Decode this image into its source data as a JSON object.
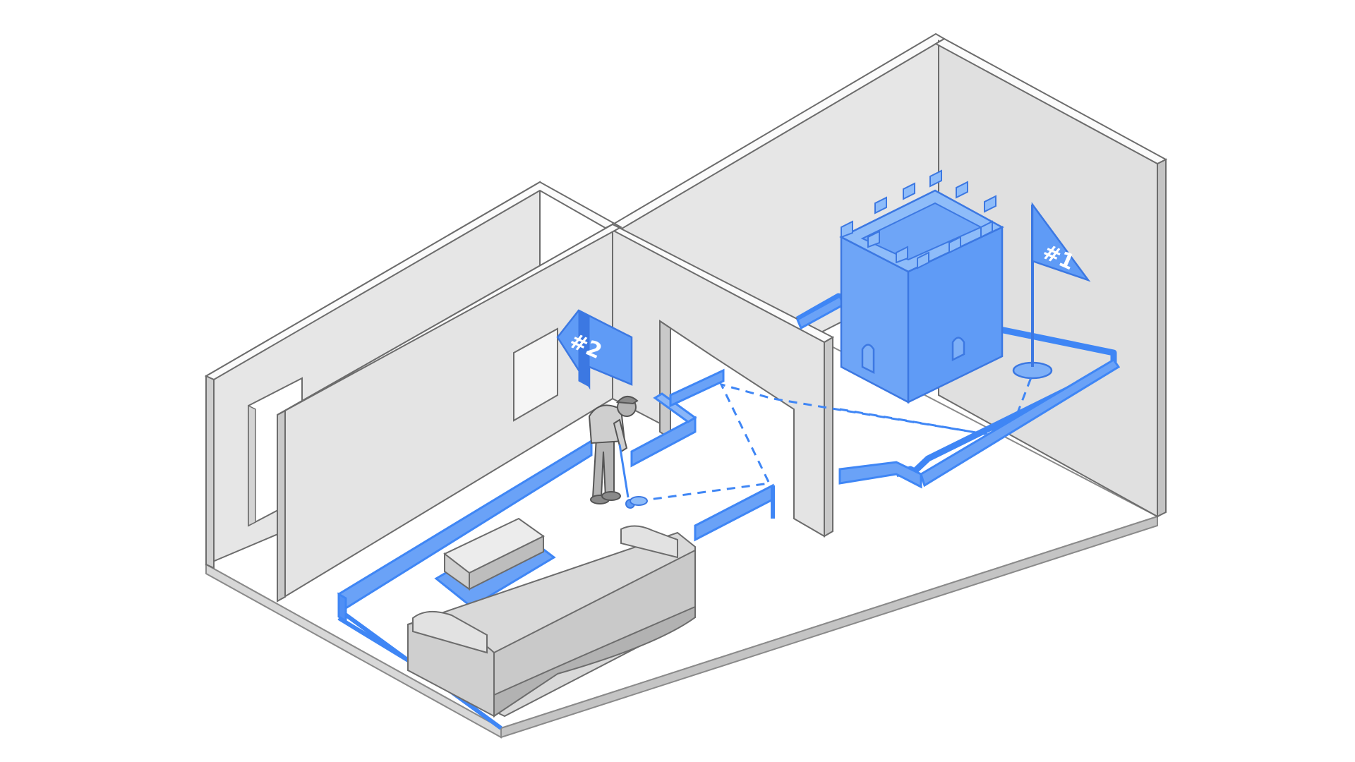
{
  "diagram": {
    "flags": [
      {
        "id": "hole-1",
        "label": "#1"
      },
      {
        "id": "hole-2",
        "label": "#2"
      }
    ]
  },
  "colors": {
    "background": "#ffffff",
    "wall_face": "#e3e3e3",
    "wall_side": "#c9c9c9",
    "wall_top": "#fbfbfb",
    "floor": "#ffffff",
    "outline": "#6c6c6c",
    "course_blue": "#3f86f5",
    "course_fill": "#5e9bf5",
    "castle_fill": "#5f9bf6",
    "castle_dark": "#3c78e2",
    "sofa_light": "#dcdcdc",
    "sofa_dark": "#bfbfbf"
  }
}
